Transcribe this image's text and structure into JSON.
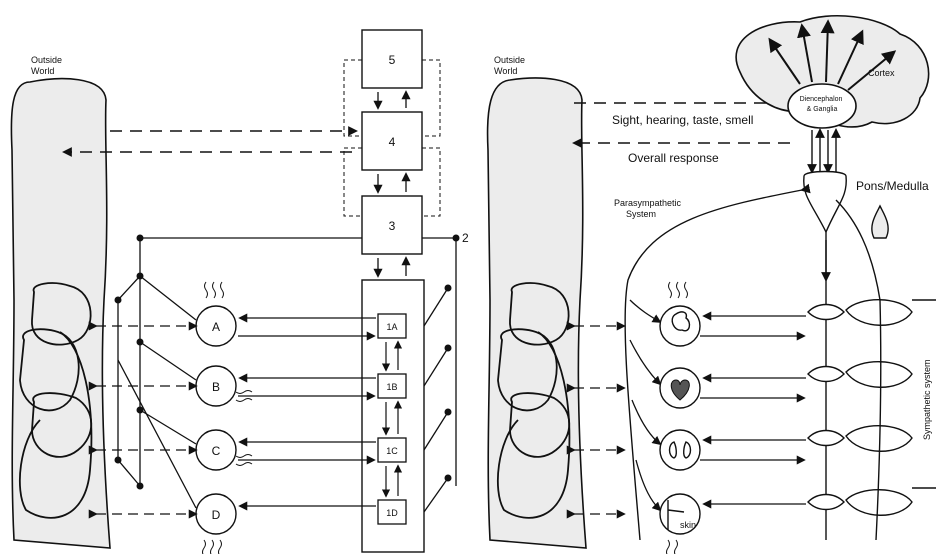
{
  "left_panel": {
    "outside_world": "Outside\nWorld",
    "levels": {
      "l5": "5",
      "l4": "4",
      "l3": "3",
      "l2": "2"
    },
    "modules": [
      "1A",
      "1B",
      "1C",
      "1D"
    ],
    "organs": [
      "A",
      "B",
      "C",
      "D"
    ]
  },
  "right_panel": {
    "outside_world": "Outside\nWorld",
    "senses": "Sight, hearing, taste, smell",
    "response": "Overall response",
    "cortex": "Cortex",
    "diencephalon": "Diencephalon & Ganglia",
    "pons": "Pons/Medulla",
    "parasympathetic": "Parasympathetic\nSystem",
    "skin": "skin",
    "sympathetic": "Sympathetic system"
  },
  "colors": {
    "ink": "#111111",
    "shade": "#ececec"
  }
}
